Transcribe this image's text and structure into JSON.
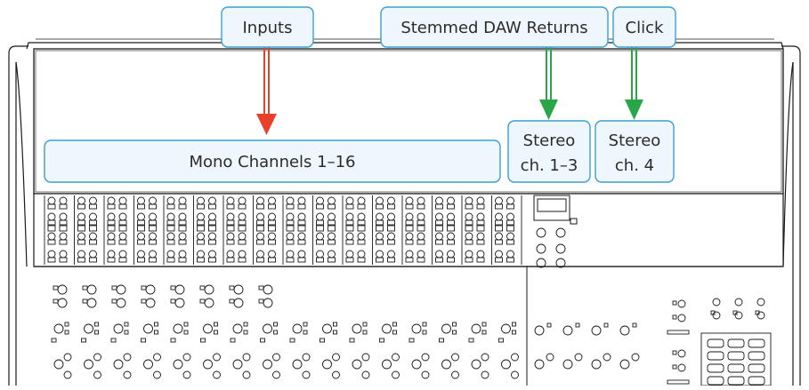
{
  "labels": {
    "inputs": "Inputs",
    "stemmed": "Stemmed DAW Returns",
    "click": "Click",
    "mono": "Mono Channels 1–16",
    "stereo_a_line1": "Stereo",
    "stereo_a_line2": "ch. 1–3",
    "stereo_b_line1": "Stereo",
    "stereo_b_line2": "ch. 4"
  },
  "colors": {
    "label_fill": "#eef7fd",
    "label_stroke": "#3a9fd0",
    "arrow_red": "#e8402a",
    "arrow_green": "#2aa64a",
    "line": "#1a1a1a"
  },
  "console": {
    "mono_channel_strips": 16,
    "stereo_channel_strips": 4
  }
}
